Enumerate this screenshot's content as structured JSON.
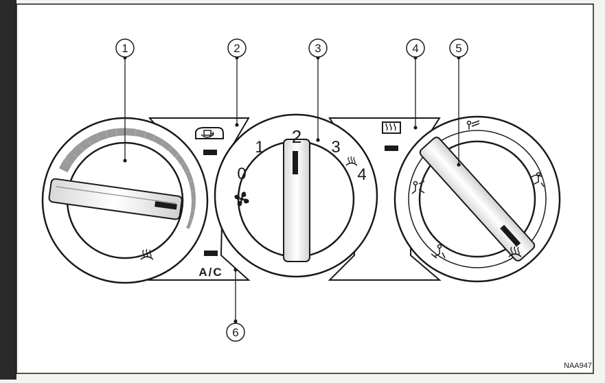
{
  "diagram": {
    "callouts": [
      "1",
      "2",
      "3",
      "4",
      "5",
      "6"
    ],
    "fan_speeds": [
      "0",
      "1",
      "2",
      "3",
      "4"
    ],
    "ac_label": "A/C",
    "figure_code": "NAA947"
  },
  "icons": {
    "recirculation": "recirculation-icon",
    "rear_defroster": "rear-defroster-icon",
    "fan": "fan-icon",
    "defrost": "windshield-defrost-icon",
    "vent_face": "vent-face-icon",
    "vent_bilevel": "vent-bilevel-icon",
    "vent_foot": "vent-foot-icon",
    "vent_foot_defrost": "vent-foot-defrost-icon"
  },
  "colors": {
    "ink": "#1a1a1a",
    "panel": "#ffffff",
    "scale_gray": "#9a9a9a"
  }
}
